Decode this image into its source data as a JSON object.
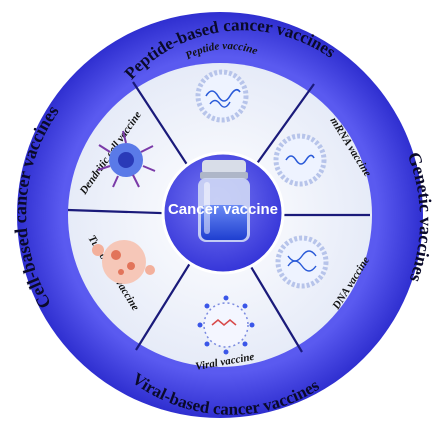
{
  "center": {
    "label": "Cancer vaccine"
  },
  "outer_ring": {
    "top": "Peptide-based cancer vaccines",
    "right": "Genetic vaccines",
    "bottom": "Viral-based cancer vaccines",
    "left": "Cell-based cancer vaccines"
  },
  "inner_segments": {
    "peptide": "Peptide vaccine",
    "mrna": "mRNA vaccine",
    "dna": "DNA vaccine",
    "viral": "Viral vaccine",
    "tumor_cell": "Tumor cell vaccine",
    "dendritic_cell": "Dendritic cell vaccine"
  },
  "colors": {
    "outer_ring": "#3f3fe0",
    "inner_disk": "#eef1fb",
    "divider": "#1a1a7a",
    "center_disk": "#4a4ae8",
    "vial_liquid": "#3a56e8"
  }
}
